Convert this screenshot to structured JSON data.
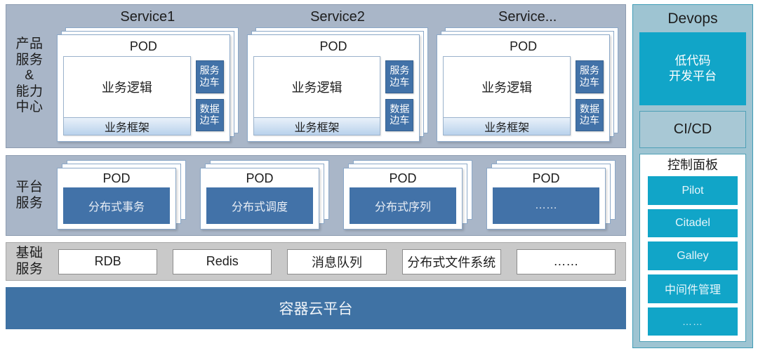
{
  "layers": {
    "product": {
      "label": "产品\n服务\n&\n能力\n中心",
      "label_lines": [
        "产品",
        "服务",
        "&",
        "能力",
        "中心"
      ],
      "groups": [
        {
          "title": "Service1",
          "pod_heading": "POD",
          "business_logic": "业务逻辑",
          "business_framework": "业务框架",
          "sidecars": [
            "服务\n边车",
            "数据\n边车"
          ],
          "sidecar_lines": [
            [
              "服务",
              "边车"
            ],
            [
              "数据",
              "边车"
            ]
          ]
        },
        {
          "title": "Service2",
          "pod_heading": "POD",
          "business_logic": "业务逻辑",
          "business_framework": "业务框架",
          "sidecars": [
            "服务\n边车",
            "数据\n边车"
          ],
          "sidecar_lines": [
            [
              "服务",
              "边车"
            ],
            [
              "数据",
              "边车"
            ]
          ]
        },
        {
          "title": "Service...",
          "pod_heading": "POD",
          "business_logic": "业务逻辑",
          "business_framework": "业务框架",
          "sidecars": [
            "服务\n边车",
            "数据\n边车"
          ],
          "sidecar_lines": [
            [
              "服务",
              "边车"
            ],
            [
              "数据",
              "边车"
            ]
          ]
        }
      ]
    },
    "platform": {
      "label_lines": [
        "平台",
        "服务"
      ],
      "groups": [
        {
          "pod_heading": "POD",
          "service": "分布式事务"
        },
        {
          "pod_heading": "POD",
          "service": "分布式调度"
        },
        {
          "pod_heading": "POD",
          "service": "分布式序列"
        },
        {
          "pod_heading": "POD",
          "service": "……"
        }
      ]
    },
    "infra": {
      "label_lines": [
        "基础",
        "服务"
      ],
      "items": [
        "RDB",
        "Redis",
        "消息队列",
        "分布式文件系统",
        "……"
      ]
    },
    "cloud": {
      "label": "容器云平台"
    }
  },
  "devops": {
    "title": "Devops",
    "lowcode_lines": [
      "低代码",
      "开发平台"
    ],
    "cicd": "CI/CD",
    "control_panel": {
      "title": "控制面板",
      "items": [
        "Pilot",
        "Citadel",
        "Galley",
        "中间件管理",
        "……"
      ]
    }
  },
  "colors": {
    "band_blue": "#a9b6c8",
    "band_gray": "#c9c9c9",
    "cloud_blue": "#3f72a4",
    "sidecar_blue": "#4272a8",
    "devops_bg": "#9ec4d2",
    "devops_accent": "#11a5c8",
    "devops_border": "#3f9cb6"
  }
}
